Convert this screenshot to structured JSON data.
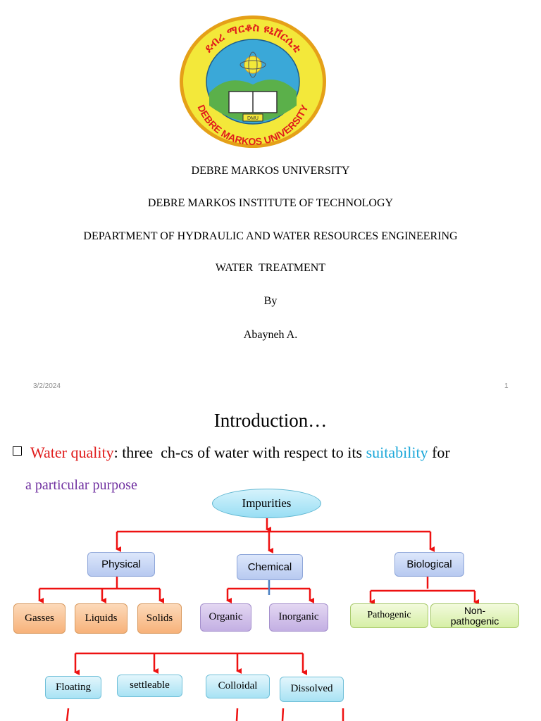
{
  "title_slide": {
    "logo": {
      "ring_text_top": "ደብረ ማርቆስ ዩኒቨርሲቲ",
      "ring_text_bottom": "DEBRE MARKOS UNIVERSITY",
      "badge": "DMU",
      "colors": {
        "ring": "#f3e83a",
        "ring_border": "#e5a018",
        "text": "#e01b1b",
        "sky": "#3aa8d8"
      }
    },
    "lines": [
      "DEBRE MARKOS UNIVERSITY",
      "DEBRE MARKOS INSTITUTE OF TECHNOLOGY",
      "DEPARTMENT OF HYDRAULIC AND WATER RESOURCES ENGINEERING",
      "WATER  TREATMENT",
      "By",
      "Abayneh A."
    ],
    "date": "3/2/2024",
    "page_number": "1"
  },
  "intro_slide": {
    "title": "Introduction…",
    "bullet": {
      "term": "Water quality",
      "text_1": ": three  ch-cs of water with respect to its ",
      "highlight": "suitability",
      "text_2": " for",
      "continuation": "a particular purpose"
    },
    "diagram": {
      "root": "Impurities",
      "categories": [
        "Physical",
        "Chemical",
        "Biological"
      ],
      "physical_children": [
        "Gasses",
        "Liquids",
        "Solids"
      ],
      "chemical_children": [
        "Organic",
        "Inorganic"
      ],
      "biological_children": [
        "Pathogenic",
        "Non-pathogenic"
      ],
      "state_children": [
        "Floating",
        "settleable",
        "Colloidal",
        "Dissolved"
      ]
    },
    "colors": {
      "term": "#e01b1b",
      "highlight": "#1aa7d9",
      "continuation": "#7030a0",
      "arrows": "#ee1111"
    }
  }
}
